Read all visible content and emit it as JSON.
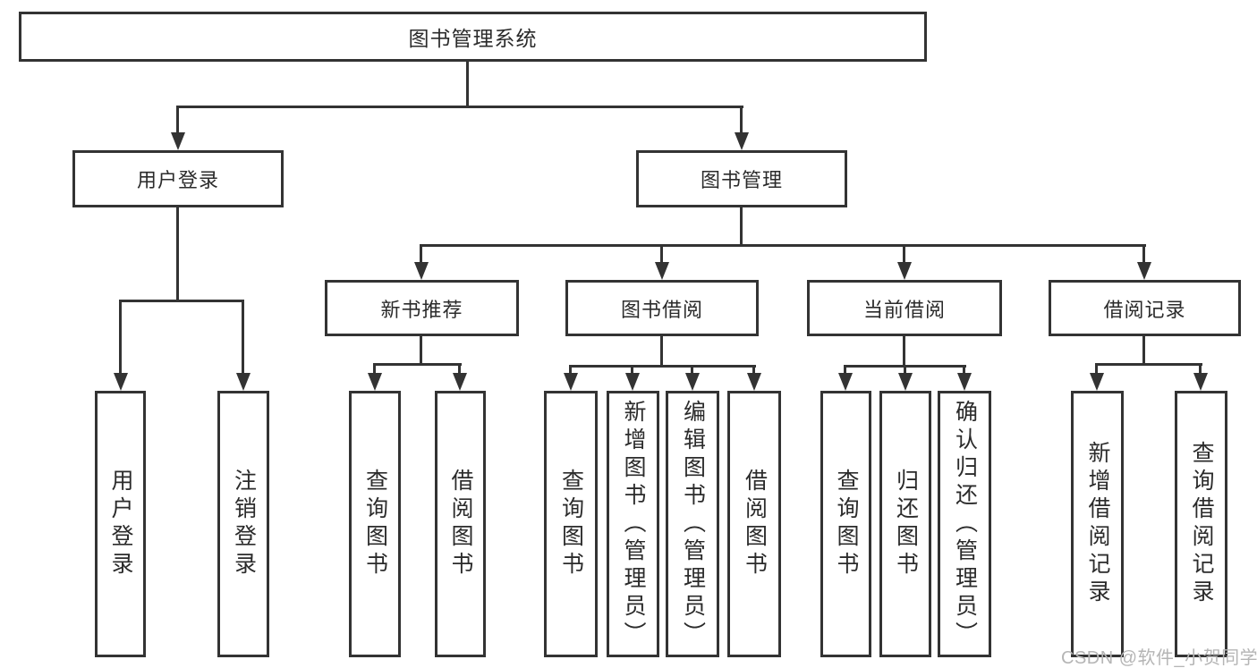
{
  "title": "图书管理系统",
  "tree": {
    "root": {
      "label": "图书管理系统"
    },
    "branches": [
      {
        "label": "用户登录",
        "children": [
          {
            "label": "用户登录"
          },
          {
            "label": "注销登录"
          }
        ]
      },
      {
        "label": "图书管理",
        "children": [
          {
            "label": "新书推荐",
            "children": [
              {
                "label": "查询图书"
              },
              {
                "label": "借阅图书"
              }
            ]
          },
          {
            "label": "图书借阅",
            "children": [
              {
                "label": "查询图书"
              },
              {
                "label": "新增图书（管理员）"
              },
              {
                "label": "编辑图书（管理员）"
              },
              {
                "label": "借阅图书"
              }
            ]
          },
          {
            "label": "当前借阅",
            "children": [
              {
                "label": "查询图书"
              },
              {
                "label": "归还图书"
              },
              {
                "label": "确认归还（管理员）"
              }
            ]
          },
          {
            "label": "借阅记录",
            "children": [
              {
                "label": "新增借阅记录"
              },
              {
                "label": "查询借阅记录"
              }
            ]
          }
        ]
      }
    ]
  },
  "watermark": {
    "text": "CSDN @软件_小贺同学"
  },
  "colors": {
    "line": "#333333",
    "box_background": "#ffffff",
    "text": "#2b2b2b",
    "watermark": "#b5b5b5"
  }
}
